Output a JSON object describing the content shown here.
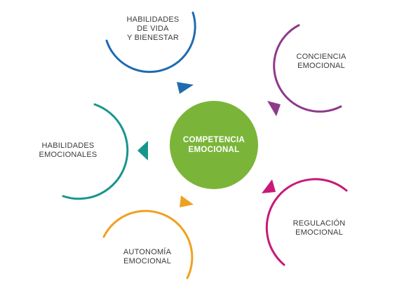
{
  "center": {
    "line1": "COMPETENCIA",
    "line2": "EMOCIONAL",
    "color": "#7ab539"
  },
  "nodes": [
    {
      "id": "habilidades-vida",
      "lines": [
        "HABILIDADES",
        "DE VIDA",
        "Y BIENESTAR"
      ],
      "color": "#1f6bb0"
    },
    {
      "id": "conciencia",
      "lines": [
        "CONCIENCIA",
        "EMOCIONAL"
      ],
      "color": "#8e3a8c"
    },
    {
      "id": "regulacion",
      "lines": [
        "REGULACIÓN",
        "EMOCIONAL"
      ],
      "color": "#c8187a"
    },
    {
      "id": "autonomia",
      "lines": [
        "AUTONOMÍA",
        "EMOCIONAL"
      ],
      "color": "#f0a020"
    },
    {
      "id": "habilidades-emocionales",
      "lines": [
        "HABILIDADES",
        "EMOCIONALES"
      ],
      "color": "#17968c"
    }
  ]
}
